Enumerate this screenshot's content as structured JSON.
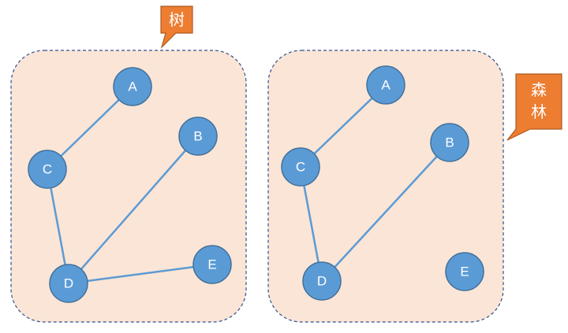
{
  "colors": {
    "panel_fill": "#fbe5d6",
    "panel_border": "#2f528f",
    "node_fill": "#5b9bd5",
    "node_stroke": "#41719c",
    "edge": "#5b9bd5",
    "callout_fill": "#ed7d31",
    "callout_stroke": "#ae5a21",
    "text": "#ffffff"
  },
  "tree_panel": {
    "callout_label": "树",
    "nodes": [
      {
        "id": "A",
        "label": "A"
      },
      {
        "id": "B",
        "label": "B"
      },
      {
        "id": "C",
        "label": "C"
      },
      {
        "id": "D",
        "label": "D"
      },
      {
        "id": "E",
        "label": "E"
      }
    ],
    "edges": [
      {
        "from": "A",
        "to": "C"
      },
      {
        "from": "C",
        "to": "D"
      },
      {
        "from": "B",
        "to": "D"
      },
      {
        "from": "D",
        "to": "E"
      }
    ]
  },
  "forest_panel": {
    "callout_label_line1": "森",
    "callout_label_line2": "林",
    "nodes": [
      {
        "id": "A",
        "label": "A"
      },
      {
        "id": "B",
        "label": "B"
      },
      {
        "id": "C",
        "label": "C"
      },
      {
        "id": "D",
        "label": "D"
      },
      {
        "id": "E",
        "label": "E"
      }
    ],
    "edges": [
      {
        "from": "A",
        "to": "C"
      },
      {
        "from": "C",
        "to": "D"
      },
      {
        "from": "B",
        "to": "D"
      }
    ]
  }
}
